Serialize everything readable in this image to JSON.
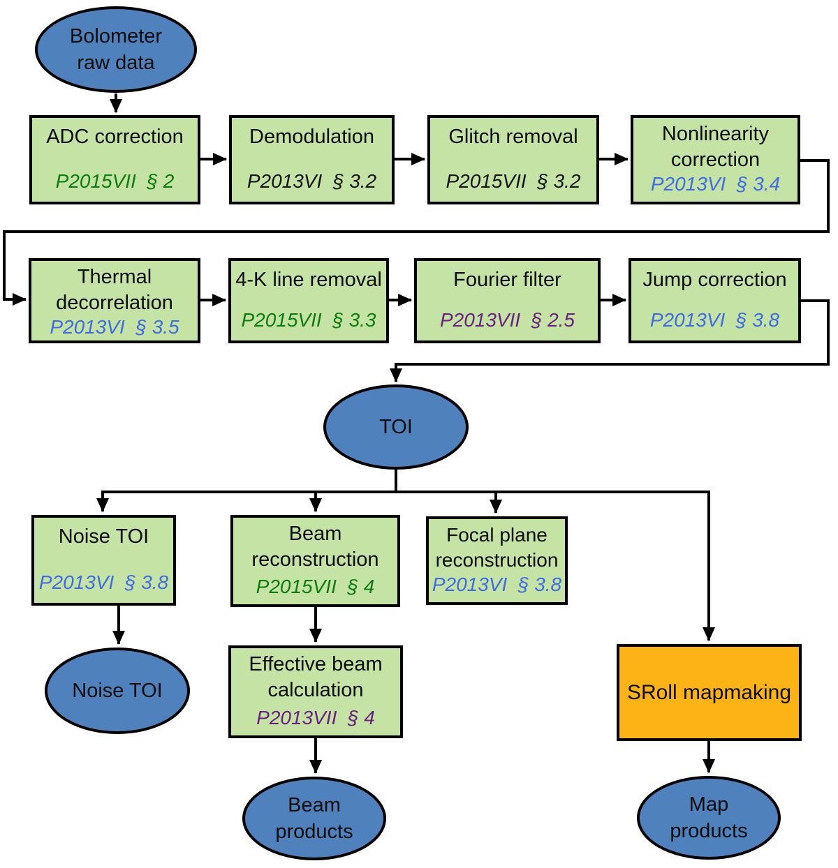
{
  "diagram": {
    "colors": {
      "box_fill": "#c6e3a6",
      "ellipse_fill": "#4f81bd",
      "orange_fill": "#fcb316",
      "outline": "#000000",
      "ref_green": "#0c7d0c",
      "ref_blue": "#3d6ce3",
      "ref_purple": "#6a2180",
      "ref_black": "#141414"
    },
    "nodes": {
      "bolometer": {
        "title": "Bolometer\nraw data"
      },
      "adc": {
        "title": "ADC correction",
        "ref": "P2015VII  § 2",
        "ref_color": "#0c7d0c"
      },
      "demod": {
        "title": "Demodulation",
        "ref": "P2013VI  § 3.2",
        "ref_color": "#141414"
      },
      "glitch": {
        "title": "Glitch removal",
        "ref": "P2015VII  § 3.2",
        "ref_color": "#141414"
      },
      "nonlin": {
        "title": "Nonlinearity\ncorrection",
        "ref": "P2013VI  § 3.4",
        "ref_color": "#3d6ce3"
      },
      "thermal": {
        "title": "Thermal\ndecorrelation",
        "ref": "P2013VI  § 3.5",
        "ref_color": "#3d6ce3"
      },
      "fourk": {
        "title": "4-K line removal",
        "ref": "P2015VII  § 3.3",
        "ref_color": "#0c7d0c"
      },
      "fourier": {
        "title": "Fourier filter",
        "ref": "P2013VII  § 2.5",
        "ref_color": "#6a2180"
      },
      "jump": {
        "title": "Jump correction",
        "ref": "P2013VI  § 3.8",
        "ref_color": "#3d6ce3"
      },
      "toi": {
        "title": "TOI"
      },
      "noise_box": {
        "title": "Noise TOI",
        "ref": "P2013VI  § 3.8",
        "ref_color": "#3d6ce3"
      },
      "beamrecon": {
        "title": "Beam\nreconstruction",
        "ref": "P2015VII  § 4",
        "ref_color": "#0c7d0c"
      },
      "focal": {
        "title": "Focal plane\nreconstruction",
        "ref": "P2013VI  § 3.8",
        "ref_color": "#3d6ce3"
      },
      "effective": {
        "title": "Effective beam\ncalculation",
        "ref": "P2013VII  § 4",
        "ref_color": "#6a2180"
      },
      "sroll": {
        "title": "SRoll mapmaking"
      },
      "noise_ellipse": {
        "title": "Noise TOI"
      },
      "beam_products": {
        "title": "Beam\nproducts"
      },
      "map_products": {
        "title": "Map\nproducts"
      }
    }
  }
}
